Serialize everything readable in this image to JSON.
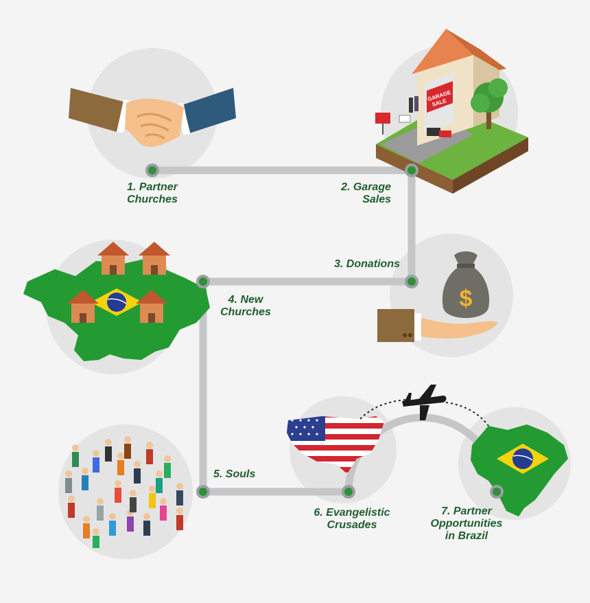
{
  "colors": {
    "path": "#c4c6c7",
    "node_fill": "#2f8f3a",
    "node_ring": "#9aa0a2",
    "circle_bg": "#e4e4e4",
    "label_text": "#1f5d2e",
    "brazil_green": "#239b32",
    "brazil_yellow": "#f6d30f",
    "brazil_blue": "#243d92"
  },
  "steps": [
    {
      "id": 1,
      "label": "1. Partner\nChurches",
      "icon": "handshake-icon"
    },
    {
      "id": 2,
      "label": "2. Garage\nSales",
      "icon": "garage-sale-house-icon"
    },
    {
      "id": 3,
      "label": "3. Donations",
      "icon": "money-bag-hand-icon"
    },
    {
      "id": 4,
      "label": "4. New\nChurches",
      "icon": "brazil-churches-map-icon"
    },
    {
      "id": 5,
      "label": "5. Souls",
      "icon": "crowd-icon"
    },
    {
      "id": 6,
      "label": "6. Evangelistic\nCrusades",
      "icon": "usa-flag-map-icon"
    },
    {
      "id": 7,
      "label": "7. Partner\nOpportunities\nin Brazil",
      "icon": "brazil-flag-map-icon"
    }
  ],
  "icons": {
    "airplane": "airplane-icon",
    "garage_sign": "GARAGE\nSALE",
    "small_sign": "GARAGE\nSALE",
    "bag_symbol": "$"
  }
}
